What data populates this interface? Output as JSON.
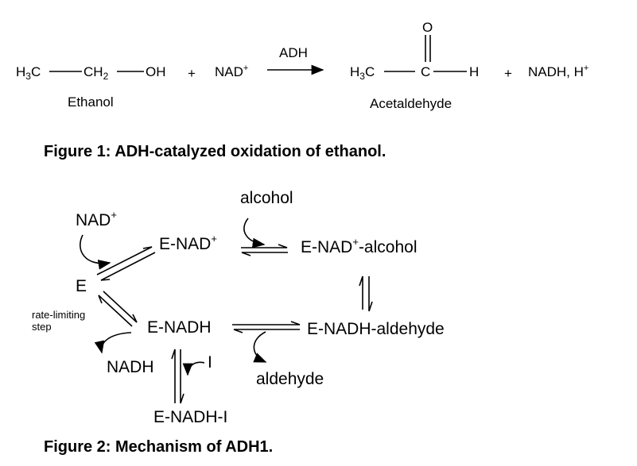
{
  "figure1": {
    "ethanol": {
      "h3c": "H",
      "sub3": "3",
      "c": "C",
      "ch": "CH",
      "sub2": "2",
      "oh": "OH"
    },
    "plus1": "+",
    "nad": "NAD",
    "nad_sup": "+",
    "enzyme": "ADH",
    "acetaldehyde": {
      "h3c": "H",
      "sub3": "3",
      "c1": "C",
      "c2": "C",
      "h": "H",
      "o": "O"
    },
    "plus2": "+",
    "products": "NADH, H",
    "products_sup": "+",
    "ethanol_label": "Ethanol",
    "acetaldehyde_label": "Acetaldehyde",
    "caption": "Figure 1: ADH-catalyzed oxidation of ethanol."
  },
  "figure2": {
    "alcohol": "alcohol",
    "nad": "NAD",
    "nad_sup": "+",
    "e_nad": "E-NAD",
    "e_nad_sup": "+",
    "e_nad_alcohol_a": "E-NAD",
    "e_nad_alcohol_sup": "+",
    "e_nad_alcohol_b": "-alcohol",
    "e": "E",
    "rate_limiting": "rate-limiting",
    "step": "step",
    "e_nadh": "E-NADH",
    "e_nadh_aldehyde": "E-NADH-aldehyde",
    "nadh": "NADH",
    "inhibitor": "I",
    "aldehyde": "aldehyde",
    "e_nadh_i": "E-NADH-I",
    "caption": "Figure 2: Mechanism of ADH1."
  }
}
